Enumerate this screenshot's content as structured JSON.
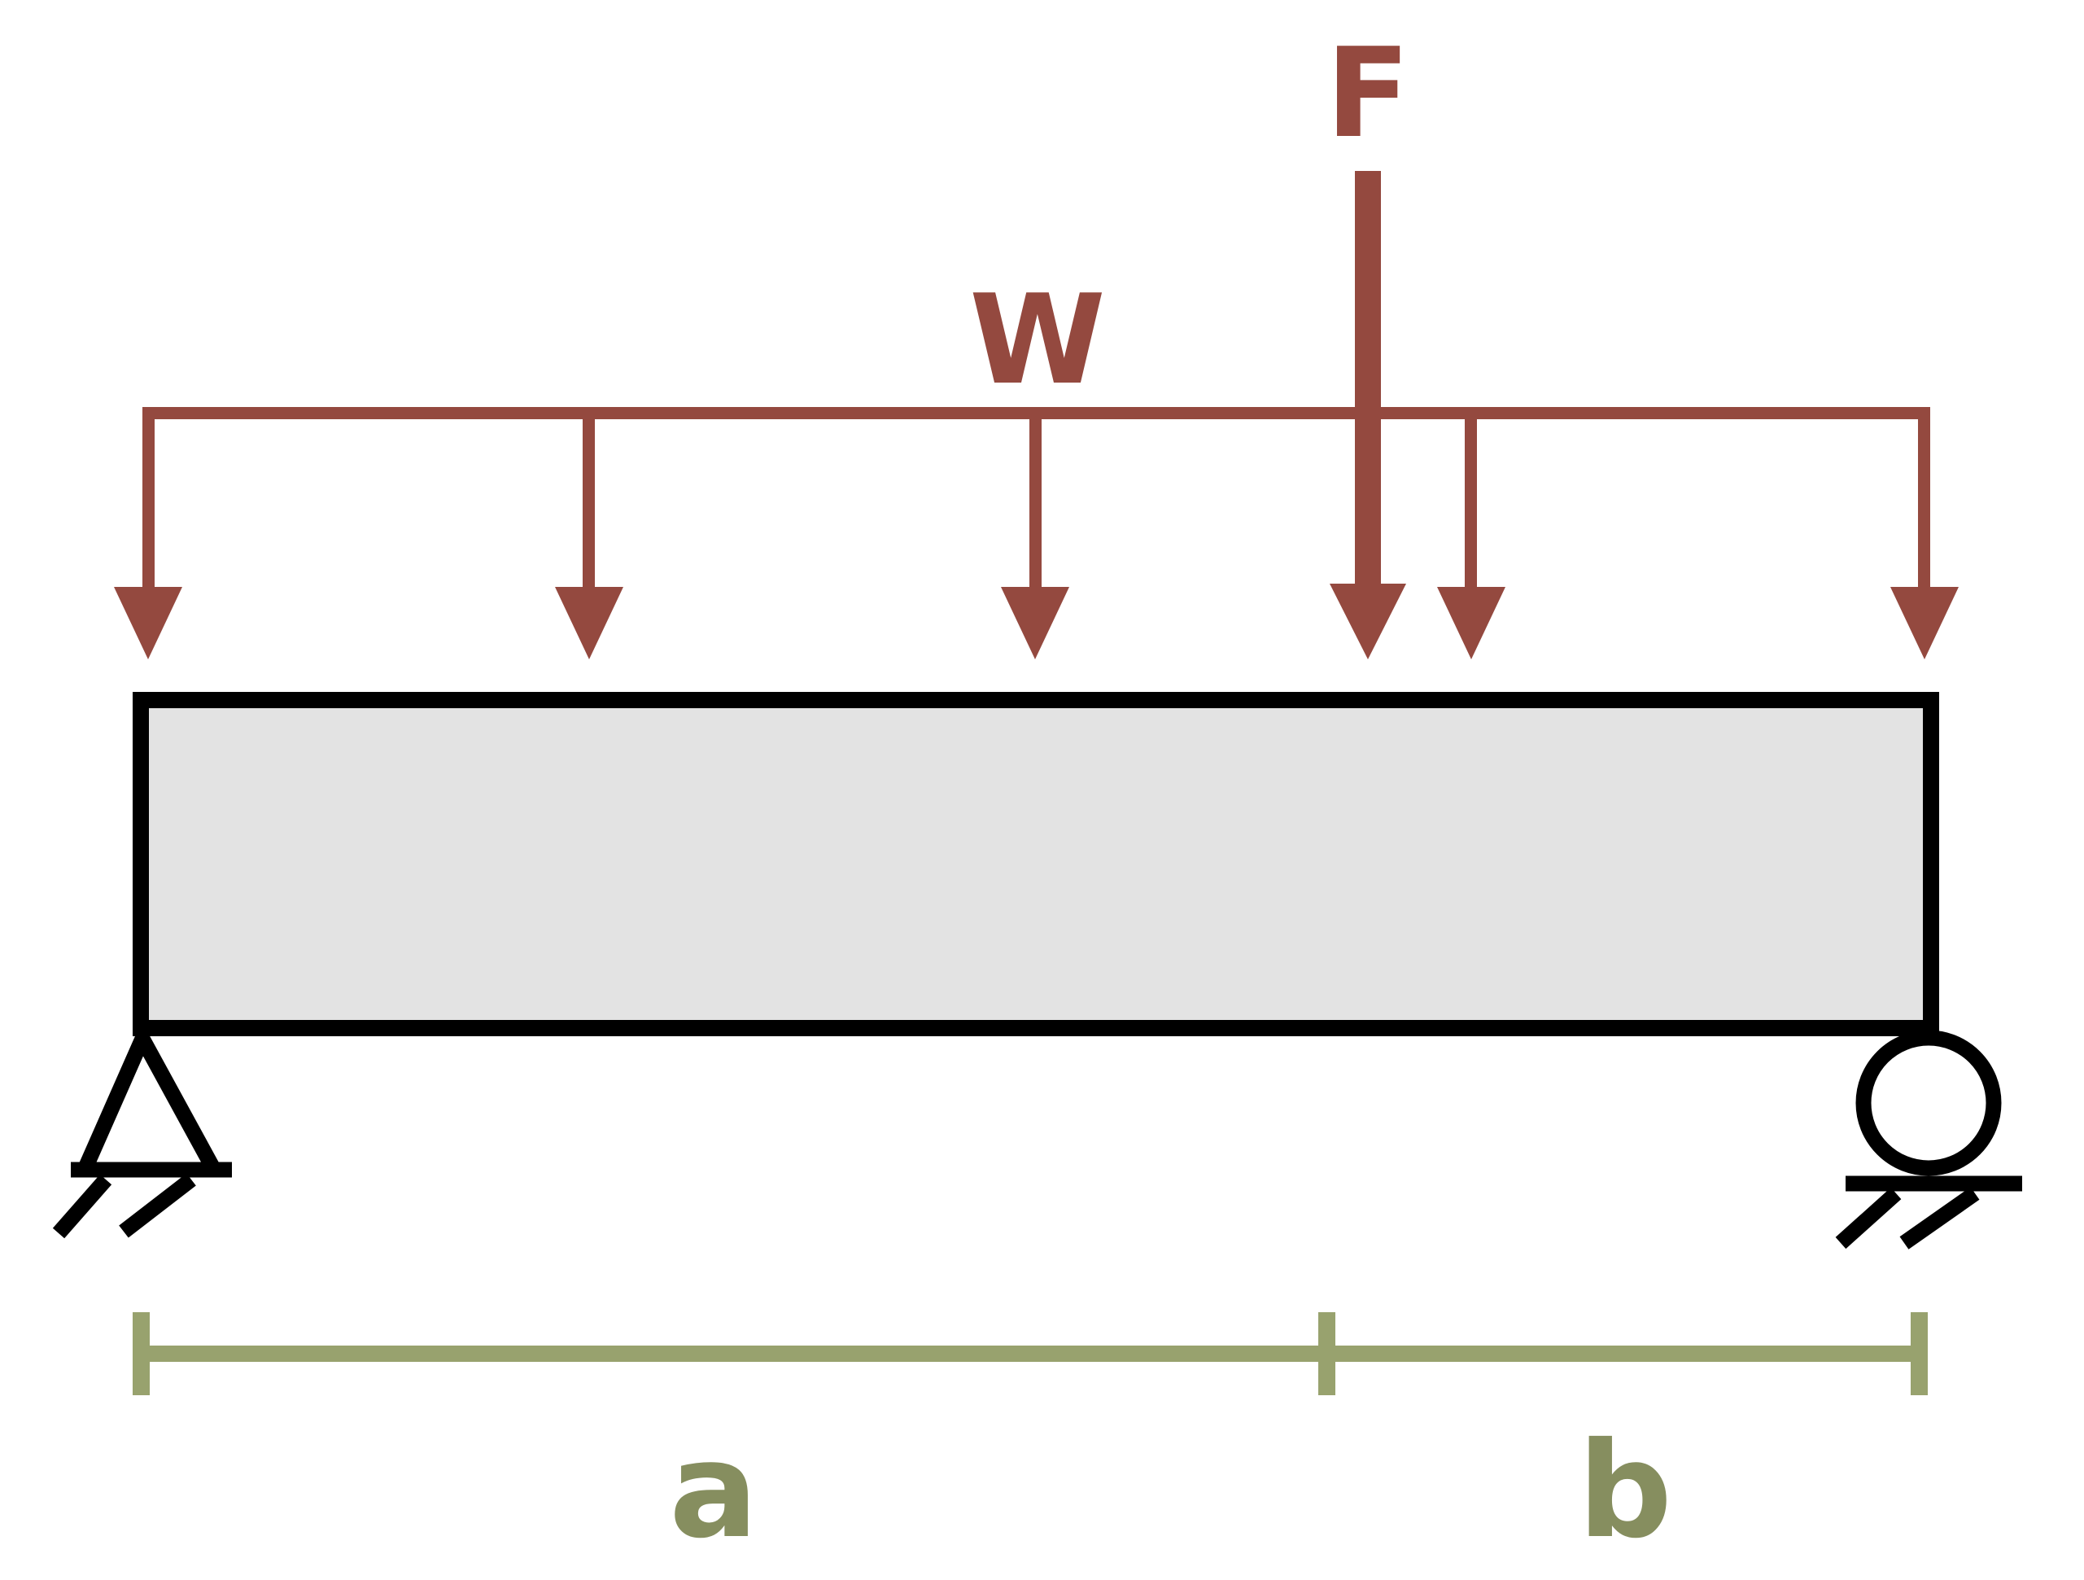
{
  "diagram": {
    "labels": {
      "point_load": "F",
      "distributed_load": "W",
      "span_left": "a",
      "span_right": "b"
    },
    "colors": {
      "load_red": "#94493f",
      "dimension_line_green": "#98a26e",
      "dimension_text_green": "#868e5f",
      "beam_fill": "#e3e3e3",
      "outline": "#000000"
    }
  }
}
